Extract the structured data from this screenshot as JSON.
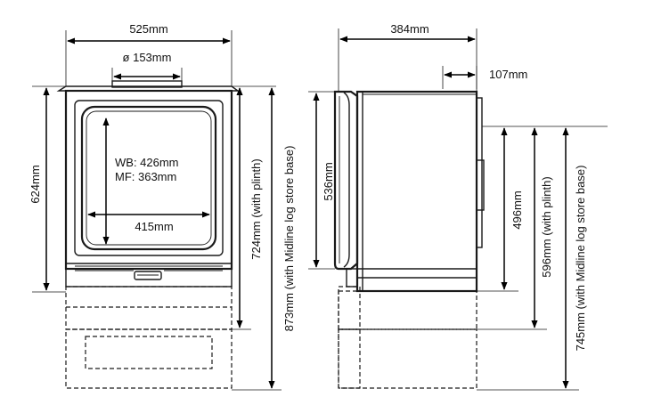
{
  "dimensions": {
    "front_width": "525mm",
    "flue_diameter": "ø 153mm",
    "front_height": "624mm",
    "front_height_plinth": "724mm (with plinth)",
    "front_height_logstore": "873mm (with Midline log store base)",
    "window_line1": "WB: 426mm",
    "window_line2": "MF: 363mm",
    "window_width": "415mm",
    "side_depth": "384mm",
    "flue_offset": "107mm",
    "door_height": "536mm",
    "flue_centre_height": "496mm",
    "flue_centre_plinth": "596mm (with plinth)",
    "flue_centre_logstore": "745mm (with Midline log store base)"
  }
}
